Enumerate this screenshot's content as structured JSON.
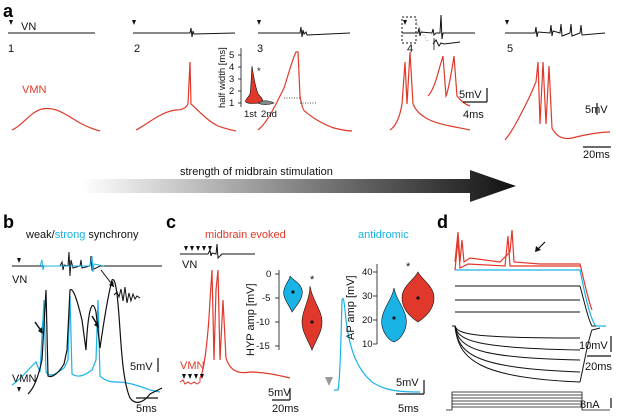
{
  "panel_a": {
    "letter": "a",
    "vn_label": "VN",
    "vmn_label": "VMN",
    "trace_numbers": [
      "1",
      "2",
      "3",
      "4",
      "5"
    ],
    "inset": {
      "ylabel": "half width [ms]",
      "ticks": [
        "1",
        "2",
        "3",
        "4",
        "5"
      ],
      "xlabels": [
        "1st",
        "2nd"
      ],
      "star": "*"
    },
    "scale4_v": "5mV",
    "scale4_t": "4ms",
    "scale5_v": "5mV",
    "scale5_t": "20ms",
    "arrow_label": "strength of midbrain stimulation"
  },
  "panel_b": {
    "letter": "b",
    "title_weak": "weak/",
    "title_strong": "strong",
    "title_rest": " synchrony",
    "vn_label": "VN",
    "vmn_label": "VMN",
    "scale_v": "5mV",
    "scale_t": "5ms"
  },
  "panel_c": {
    "letter": "c",
    "title_left": "midbrain evoked",
    "title_right": "antidromic",
    "vn_label": "VN",
    "vmn_label": "VMN",
    "hyp_axis": {
      "label": "HYP amp [mV]",
      "ticks": [
        "0",
        "-5",
        "-10",
        "-15"
      ],
      "star": "*"
    },
    "ap_axis": {
      "label": "AP amp [mV]",
      "ticks": [
        "10",
        "20",
        "30",
        "40"
      ],
      "star": "*"
    },
    "scale_left_v": "5mV",
    "scale_left_t": "20ms",
    "scale_right_v": "5mV",
    "scale_right_t": "5ms"
  },
  "panel_d": {
    "letter": "d",
    "scale_v": "10mV",
    "scale_t": "20ms",
    "scale_i": "8nA"
  },
  "colors": {
    "red": "#e0392b",
    "cyan": "#19b3e6",
    "black": "#111111"
  }
}
